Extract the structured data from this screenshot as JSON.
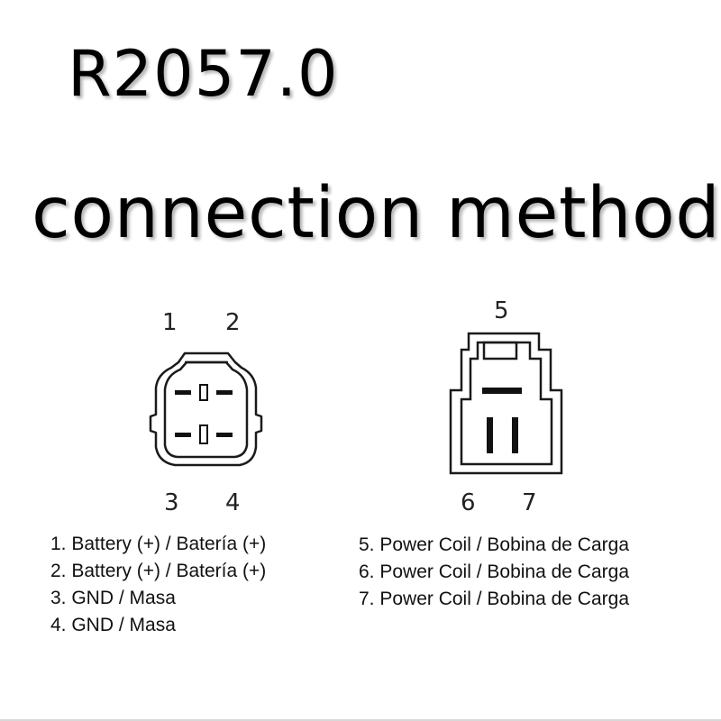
{
  "title": {
    "model": "R2057.0",
    "subtitle": "connection method"
  },
  "connector_a": {
    "pin_labels": [
      "1",
      "2",
      "3",
      "4"
    ]
  },
  "connector_b": {
    "pin_labels": [
      "5",
      "6",
      "7"
    ]
  },
  "legend_left": [
    "1. Battery (+) / Batería (+)",
    "2. Battery (+) / Batería (+)",
    "3. GND / Masa",
    "4. GND / Masa"
  ],
  "legend_right": [
    "5. Power Coil / Bobina de Carga",
    "6. Power Coil / Bobina de Carga",
    "7. Power Coil / Bobina de Carga"
  ],
  "colors": {
    "text": "#000000",
    "outline": "#1a1a1a"
  }
}
